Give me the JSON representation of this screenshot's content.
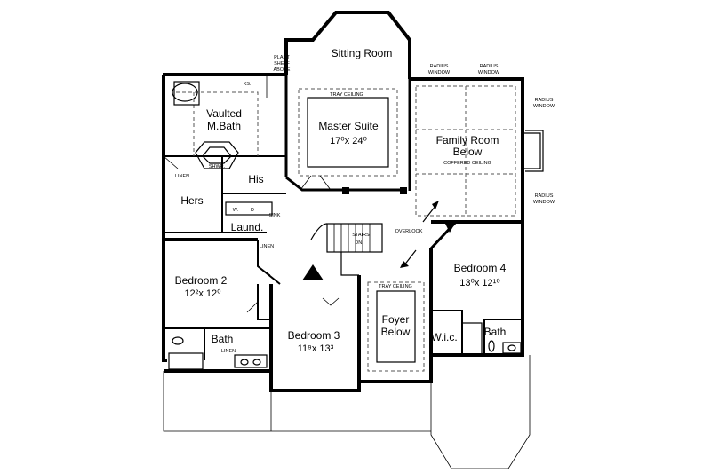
{
  "rooms": {
    "sitting": "Sitting Room",
    "master_suite": "Master Suite",
    "master_suite_dim": "17⁰x 24⁰",
    "master_ceiling": "TRAY CEILING",
    "vaulted_1": "Vaulted",
    "vaulted_2": "M.Bath",
    "family_1": "Family Room",
    "family_2": "Below",
    "family_ceiling": "COFFERED CEILING",
    "hers": "Hers",
    "his": "His",
    "laund": "Laund.",
    "bedroom2": "Bedroom 2",
    "bedroom2_dim": "12²x 12⁰",
    "bath_left": "Bath",
    "bedroom3": "Bedroom 3",
    "bedroom3_dim": "11⁹x 13³",
    "foyer_1": "Foyer",
    "foyer_2": "Below",
    "foyer_ceiling": "TRAY CEILING",
    "bedroom4": "Bedroom 4",
    "bedroom4_dim": "13⁰x 12¹⁰",
    "wic": "W.i.c.",
    "bath_right": "Bath"
  },
  "notes": {
    "plant_1": "PLANT",
    "plant_2": "SHELF",
    "plant_3": "ABOVE",
    "ks": "KS.",
    "shwr": "SHWR.",
    "linen_hers": "LINEN",
    "linen_hall": "LINEN",
    "linen_bath": "LINEN",
    "w": "W.",
    "d": "D",
    "sink": "SINK",
    "stairs": "STAIRS",
    "dn": "DN.",
    "overlook": "OVERLOOK",
    "radius_1a": "RADIUS",
    "radius_1b": "WINDOW",
    "radius_2a": "RADIUS",
    "radius_2b": "WINDOW",
    "radius_3a": "RADIUS",
    "radius_3b": "WINDOW",
    "radius_4a": "RADIUS",
    "radius_4b": "WINDOW"
  }
}
